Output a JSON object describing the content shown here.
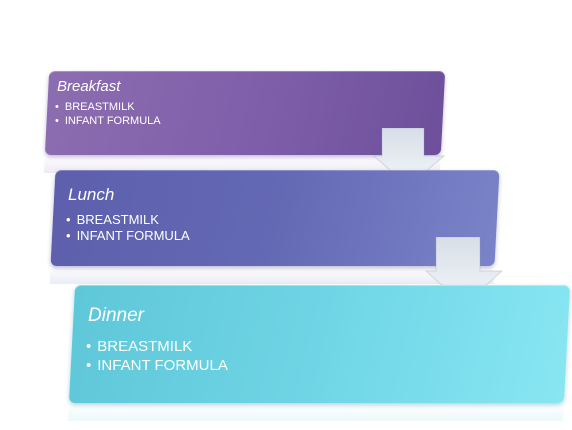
{
  "steps": [
    {
      "title": "Breakfast",
      "items": [
        "BREASTMILK",
        "INFANT FORMULA"
      ]
    },
    {
      "title": "Lunch",
      "items": [
        "BREASTMILK",
        "INFANT FORMULA"
      ]
    },
    {
      "title": "Dinner",
      "items": [
        "BREASTMILK",
        "INFANT FORMULA"
      ]
    }
  ],
  "colors": {
    "step_1": "#7e5ea9",
    "step_2": "#6469b4",
    "step_3": "#6fd5e6",
    "arrow": "#e6ecf2"
  }
}
